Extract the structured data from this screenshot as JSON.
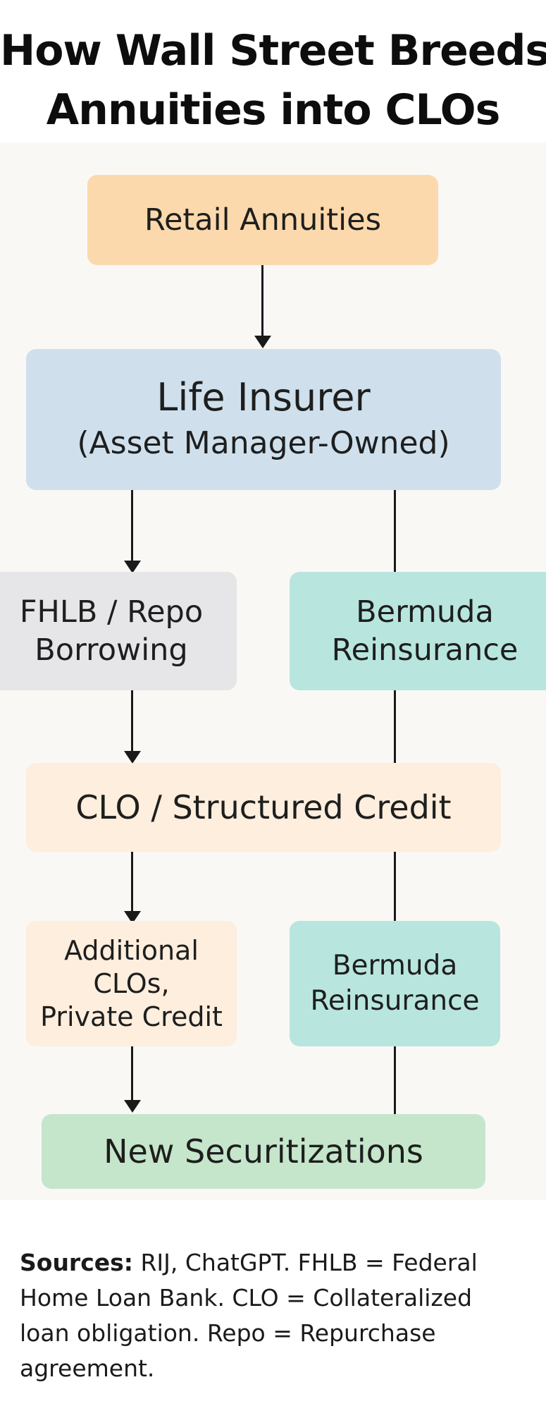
{
  "title": {
    "line1": "How Wall Street Breeds",
    "line2": "Annuities into CLOs"
  },
  "nodes": {
    "retail_annuities": "Retail Annuities",
    "life_insurer": {
      "line1": "Life Insurer",
      "line2": "(Asset Manager-Owned)"
    },
    "fhlb_repo": {
      "line1": "FHLB / Repo",
      "line2": "Borrowing"
    },
    "bermuda_reinsurance_1": {
      "line1": "Bermuda",
      "line2": "Reinsurance"
    },
    "clo_structured_credit": "CLO / Structured Credit",
    "additional_clos": {
      "line1": "Additional",
      "line2": "CLOs,",
      "line3": "Private Credit"
    },
    "bermuda_reinsurance_2": {
      "line1": "Bermuda",
      "line2": "Reinsurance"
    },
    "new_securitizations": "New Securitizations"
  },
  "colors": {
    "orange": "#fcd9ac",
    "blue": "#cfe0ec",
    "grey": "#e6e6e8",
    "teal": "#b8e6de",
    "peach": "#fdeedd",
    "green": "#c5e6cb"
  },
  "sources": {
    "label": "Sources:",
    "text": " RIJ, ChatGPT. FHLB = Federal Home Loan Bank. CLO = Collateralized loan obligation. Repo = Repurchase agreement."
  }
}
